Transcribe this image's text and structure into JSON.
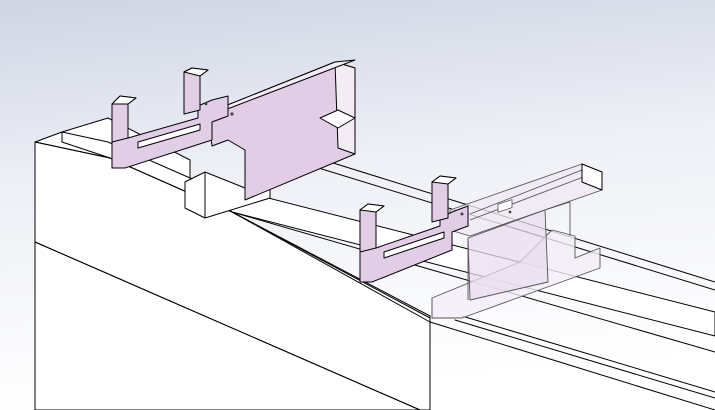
{
  "scene": {
    "background_top": "#d3d8e6",
    "background_bottom": "#ffffff",
    "part_face_color": "#e2cde7",
    "part_face_color_dark": "#d9bfe0",
    "transparent_face_color": "#e9dcef",
    "edge_color": "#000000"
  },
  "parts": [
    {
      "name": "base-rail",
      "color": "#ffffff"
    },
    {
      "name": "rear-bracket",
      "color": "#e2cde7"
    },
    {
      "name": "front-bracket",
      "color": "#e2cde7"
    },
    {
      "name": "front-carriage-transparent",
      "color": "#e9dcef"
    }
  ]
}
